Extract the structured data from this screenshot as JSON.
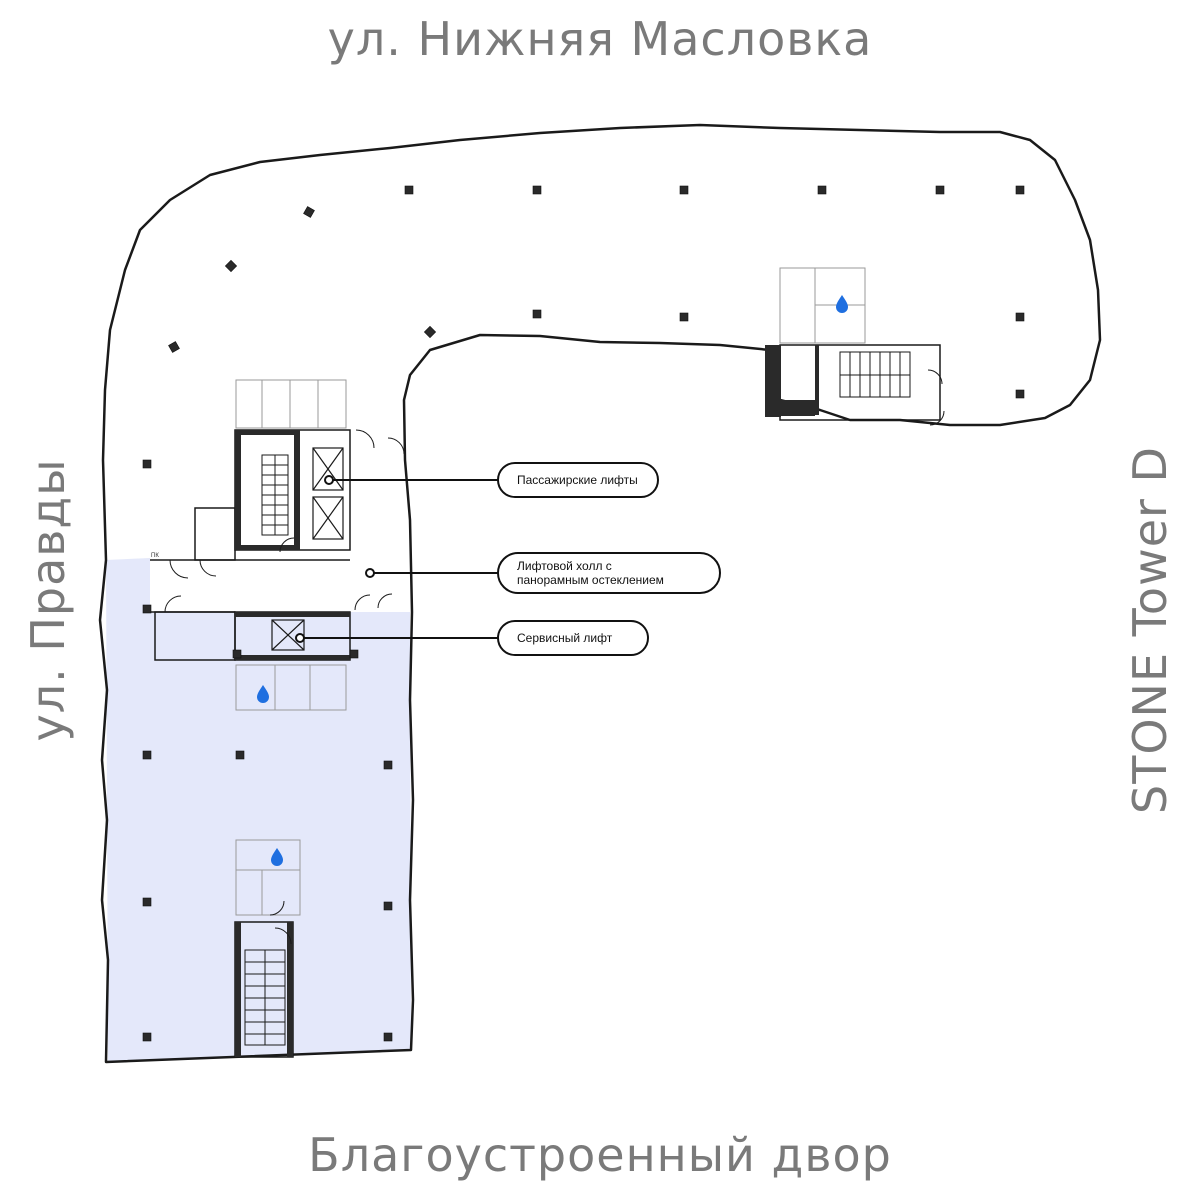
{
  "streets": {
    "top": "ул. Нижняя Масловка",
    "bottom": "Благоустроенный двор",
    "left": "ул. Правды",
    "right": "STONE Tower D"
  },
  "callouts": {
    "passenger_lifts": "Пассажирские лифты",
    "lift_hall_line1": "Лифтовой холл с",
    "lift_hall_line2": "панорамным остеклением",
    "service_lift": "Сервисный лифт"
  },
  "plan_marks": {
    "pk_label": "ПК"
  },
  "colors": {
    "highlight_area": "#e4e8fa",
    "walls": "#1a1a1a",
    "water_icon": "#1f6fe0",
    "street_text": "#7a7a7a"
  },
  "icons": [
    "water-drop-icon",
    "column-marker-icon",
    "elevator-shaft-icon",
    "staircase-icon",
    "door-swing-icon"
  ]
}
